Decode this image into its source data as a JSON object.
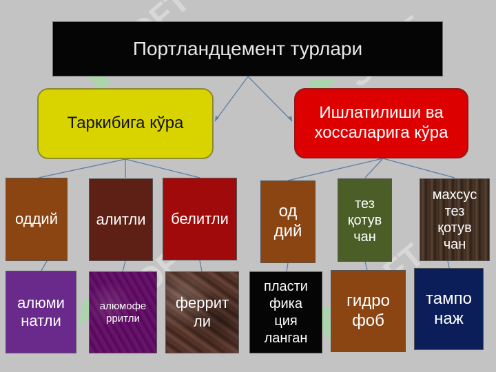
{
  "diagram": {
    "title": "Портландцемент турлари",
    "categories": [
      {
        "id": "composition",
        "label": "Таркибига кўра",
        "color": "#d9d400"
      },
      {
        "id": "usage",
        "label": "Ишлатилиши ва\nхоссаларига кўра",
        "color": "#dd0000"
      }
    ],
    "types": [
      {
        "label": "оддий",
        "color": "#8b4513"
      },
      {
        "label": "алитли",
        "color": "#5e1f14"
      },
      {
        "label": "белитли",
        "color": "#a10a0a"
      },
      {
        "label": "од\nдий",
        "color": "#8b4513"
      },
      {
        "label": "тез\nқотув\nчан",
        "color": "#4b5e28"
      },
      {
        "label": "махсус\nтез\nқотув\nчан",
        "color": "#3b2a1f"
      }
    ],
    "subtypes": [
      {
        "label": "алюми\nнатли",
        "color": "#6a2a8c"
      },
      {
        "label": "алюмофе\nрритли",
        "color": "#5a0c5e"
      },
      {
        "label": "феррит\nли",
        "color": "#4a2d25"
      },
      {
        "label": "пласти\nфика\nция\nланган",
        "color": "#050505"
      },
      {
        "label": "гидро\nфоб",
        "color": "#8b4513"
      },
      {
        "label": "тампо\nнаж",
        "color": "#0c1e5a"
      }
    ],
    "watermark_text": "SOFT"
  }
}
